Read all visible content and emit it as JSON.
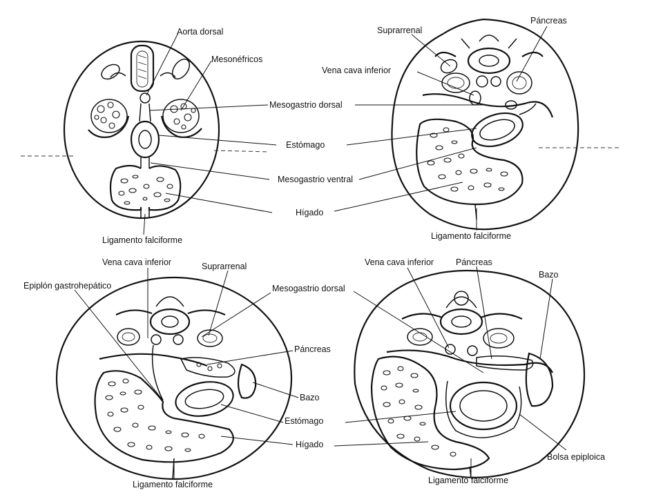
{
  "panels": {
    "top_left": {
      "aorta_dorsal": "Aorta dorsal",
      "mesonefricos": "Mesonéfricos",
      "mesogastrio_dorsal": "Mesogastrio dorsal",
      "estomago": "Estómago",
      "mesogastrio_ventral": "Mesogastrio ventral",
      "higado": "Hígado",
      "ligamento_falciforme": "Ligamento falciforme"
    },
    "top_right": {
      "pancreas": "Páncreas",
      "suprarrenal": "Suprarrenal",
      "vena_cava_inferior": "Vena cava inferior",
      "ligamento_falciforme": "Ligamento falciforme"
    },
    "bottom_left": {
      "vena_cava_inferior": "Vena cava inferior",
      "suprarrenal": "Suprarrenal",
      "epiplon_gastrohepatico": "Epiplón gastrohepático",
      "mesogastrio_dorsal": "Mesogastrio dorsal",
      "pancreas": "Páncreas",
      "bazo": "Bazo",
      "estomago": "Estómago",
      "higado": "Hígado",
      "ligamento_falciforme": "Ligamento falciforme"
    },
    "bottom_right": {
      "vena_cava_inferior": "Vena cava inferior",
      "pancreas": "Páncreas",
      "bazo": "Bazo",
      "bolsa_epiploica": "Bolsa epiploica",
      "ligamento_falciforme": "Ligamento falciforme"
    }
  },
  "colors": {
    "ink": "#111111",
    "background": "#ffffff"
  }
}
